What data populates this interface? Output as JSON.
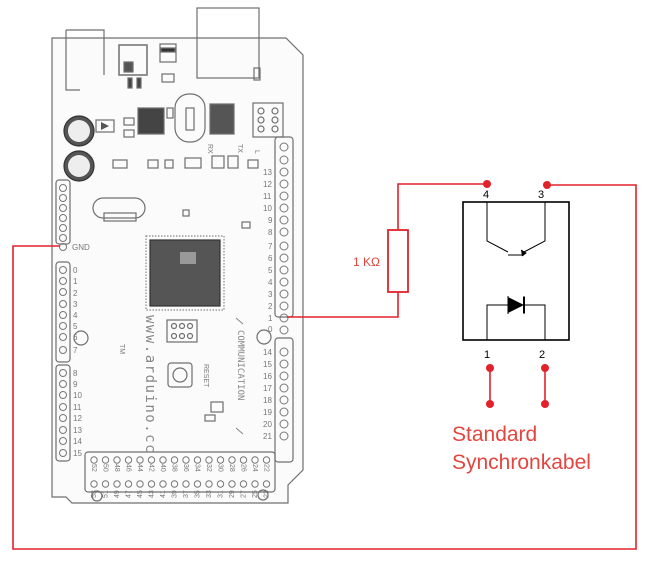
{
  "board": {
    "website": "www.arduino.cc",
    "communication_label": "COMMUNICATION",
    "gnd_label": "GND",
    "reset_label": "RESET",
    "tm_label": "TM",
    "rx_label": "RX",
    "tx_label": "TX",
    "l_label": "L",
    "right_top_pins": [
      "13",
      "12",
      "11",
      "10",
      "9",
      "8"
    ],
    "right_mid_pins": [
      "7",
      "6",
      "5",
      "4",
      "3",
      "2",
      "1",
      "0"
    ],
    "right_comm_pins": [
      "14",
      "15",
      "16",
      "17",
      "18",
      "19",
      "20",
      "21"
    ],
    "left_pins_a": [
      "0",
      "1",
      "2",
      "3",
      "4",
      "5",
      "6",
      "7"
    ],
    "left_pins_b": [
      "8",
      "9",
      "10",
      "11",
      "12",
      "13",
      "14",
      "15"
    ],
    "bottom_pins_top": [
      "52",
      "50",
      "48",
      "46",
      "44",
      "42",
      "40",
      "38",
      "36",
      "34",
      "32",
      "30",
      "28",
      "26",
      "24",
      "22"
    ],
    "bottom_pins_bottom": [
      "53",
      "51",
      "49",
      "47",
      "45",
      "43",
      "41",
      "39",
      "37",
      "35",
      "33",
      "31",
      "29",
      "27",
      "25",
      "23"
    ]
  },
  "resistor": {
    "label": "1 KΩ"
  },
  "optocoupler": {
    "pin_top_left": "4",
    "pin_top_right": "3",
    "pin_bottom_left": "1",
    "pin_bottom_right": "2"
  },
  "cable_label": {
    "line1": "Standard",
    "line2": "Synchronkabel"
  },
  "colors": {
    "wire": "#e2222b",
    "text_accent": "#e2463f",
    "board_outline": "#6f6f6f"
  }
}
